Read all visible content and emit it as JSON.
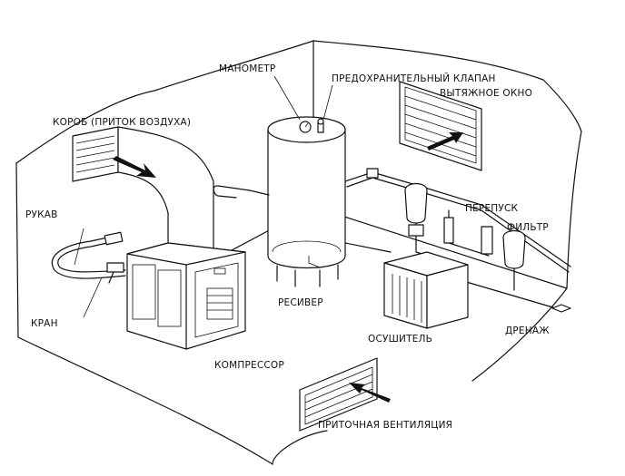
{
  "labels": {
    "manometer": "МАНОМЕТР",
    "safety_valve": "ПРЕДОХРАНИТЕЛЬНЫЙ КЛАПАН",
    "exhaust_window": "ВЫТЯЖНОЕ ОКНО",
    "duct": "КОРОБ (ПРИТОК ВОЗДУХА)",
    "sleeve": "РУКАВ",
    "bypass": "ПЕРЕПУСК",
    "filter": "ФИЛЬТР",
    "receiver": "РЕСИВЕР",
    "valve": "КРАН",
    "dryer": "ОСУШИТЕЛЬ",
    "drain": "ДРЕНАЖ",
    "compressor": "КОМПРЕССОР",
    "supply_ventilation": "ПРИТОЧНАЯ ВЕНТИЛЯЦИЯ"
  },
  "colors": {
    "line": "#111111",
    "background": "#ffffff"
  }
}
